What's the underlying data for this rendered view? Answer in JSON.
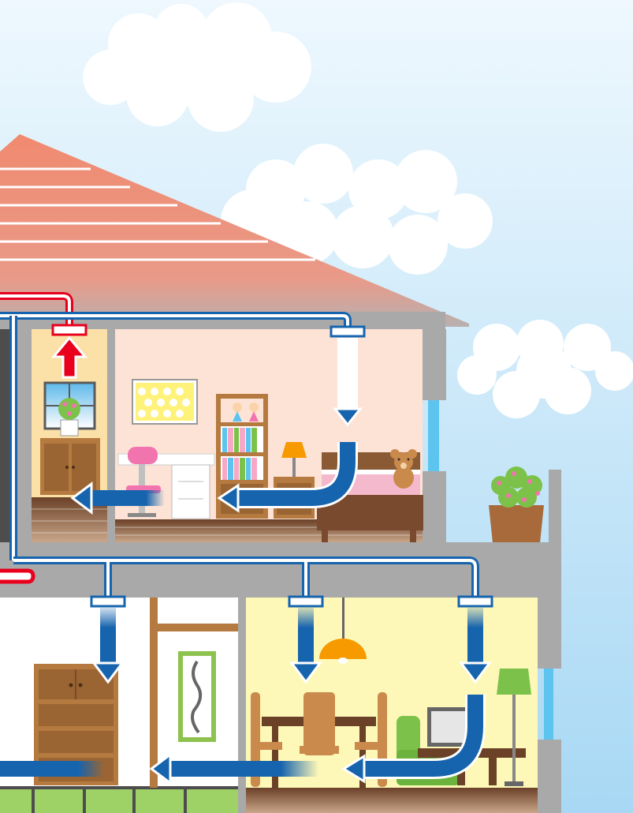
{
  "scene": {
    "type": "house-ventilation-cutaway",
    "labels": []
  },
  "colors": {
    "sky_top": "#e6f4fd",
    "sky_bottom": "#a9d9f5",
    "cloud": "#ffffff",
    "roof": "#f08a72",
    "roof_lines": "#ffffff",
    "wall_gray": "#a9a9a9",
    "exhaust_duct": "#e8001d",
    "supply_duct": "#1664ae",
    "bedroom_wall": "#fde3d6",
    "closet_wall": "#fbe0a8",
    "living_wall": "#fdf8b8",
    "japanese_wall": "#ffffff",
    "wood_floor": "#8c5a3c",
    "tatami": "#9ed267",
    "furniture_wood": "#b57a3f"
  },
  "ducts": {
    "supply_vents": 4,
    "exhaust_vents": 1
  }
}
